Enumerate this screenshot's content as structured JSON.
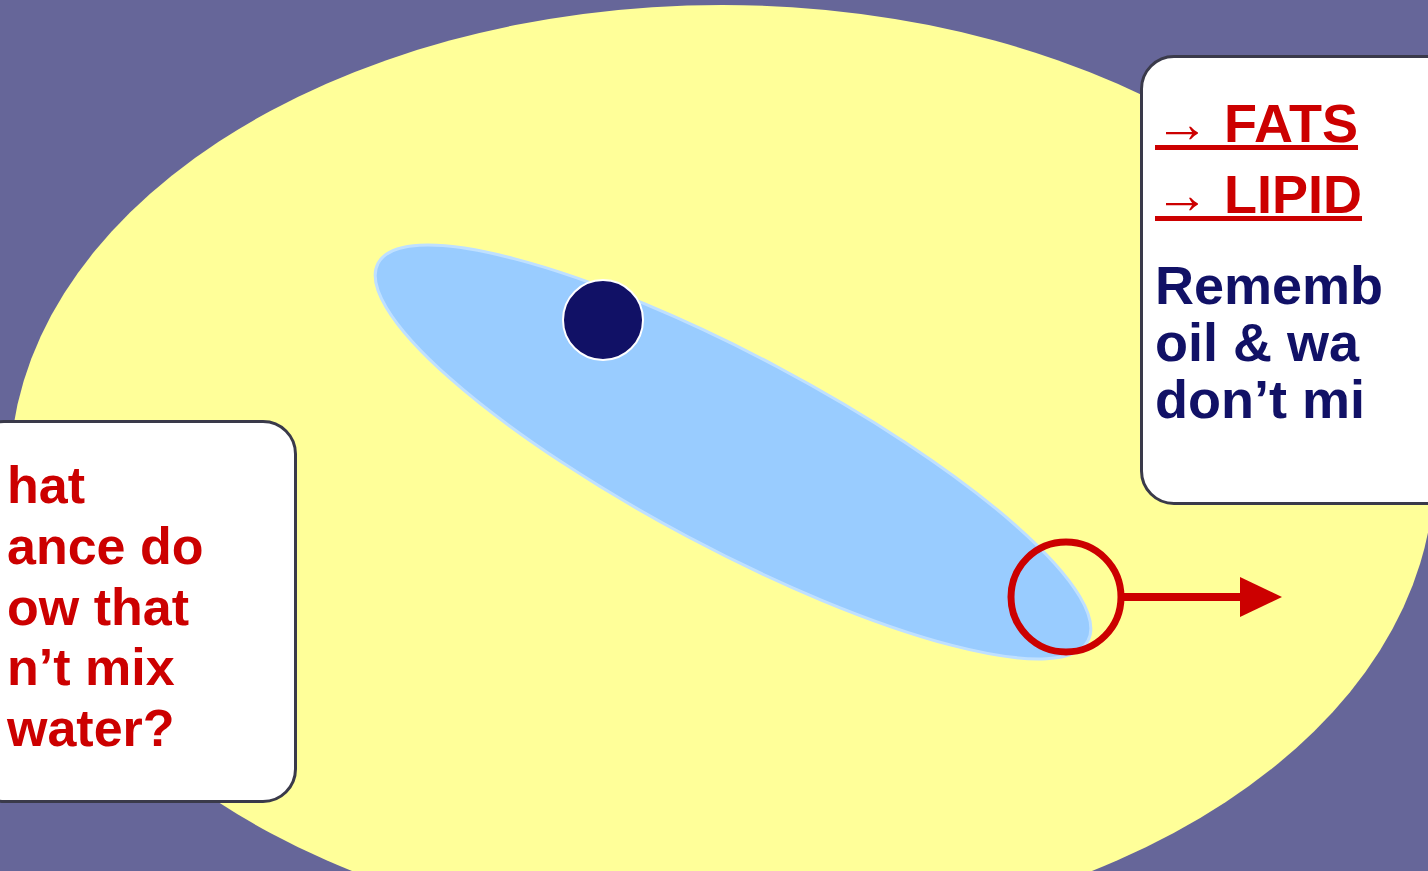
{
  "diagram": {
    "nodes": [
      {
        "text": [
          "→ FATS",
          "→ LIPID",
          "Rememb oil & wa don’t mi"
        ]
      },
      {
        "text": [
          "hat ance do ow that n’t mix water?"
        ]
      }
    ]
  }
}
